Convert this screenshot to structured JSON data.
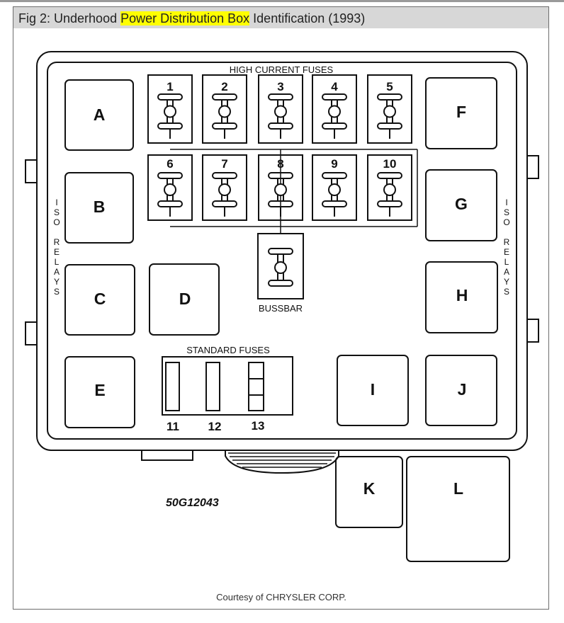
{
  "title": {
    "prefix": "Fig 2: Underhood ",
    "highlight": "Power Distribution Box",
    "suffix": " Identification (1993)"
  },
  "diagram": {
    "high_current_label": "HIGH CURRENT FUSES",
    "bussbar_label": "BUSSBAR",
    "standard_fuses_label": "STANDARD FUSES",
    "iso_relays_text": "ISO RELAYS",
    "part_number": "50G12043",
    "credit": "Courtesy of CHRYSLER CORP.",
    "relays": [
      "A",
      "B",
      "C",
      "D",
      "E",
      "F",
      "G",
      "H",
      "I",
      "J",
      "K",
      "L"
    ],
    "high_current_fuses": [
      "1",
      "2",
      "3",
      "4",
      "5",
      "6",
      "7",
      "8",
      "9",
      "10"
    ],
    "standard_fuses": [
      "11",
      "12",
      "13"
    ]
  }
}
